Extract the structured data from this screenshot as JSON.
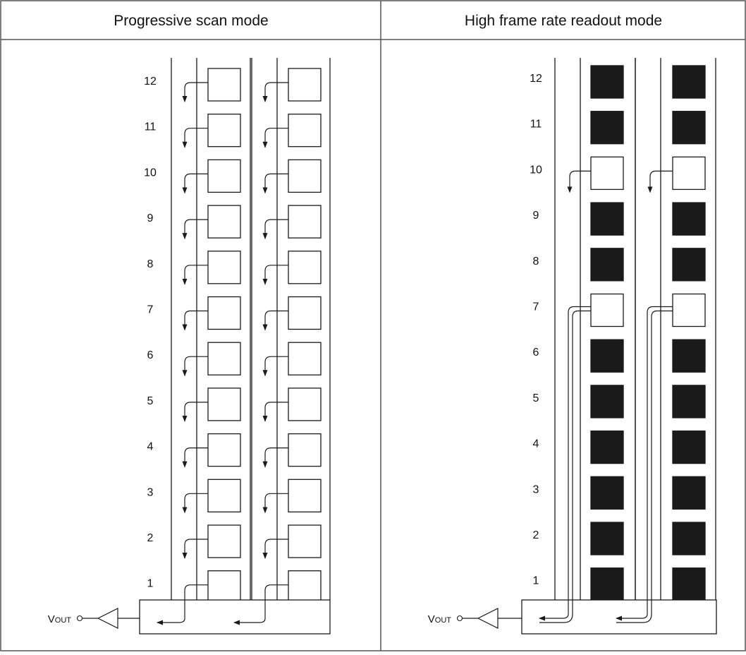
{
  "panels": [
    {
      "title": "Progressive scan mode",
      "output_label_main": "V",
      "output_label_sub": "OUT",
      "row_labels": [
        "12",
        "11",
        "10",
        "9",
        "8",
        "7",
        "6",
        "5",
        "4",
        "3",
        "2",
        "1"
      ],
      "readout_rows": [
        12,
        11,
        10,
        9,
        8,
        7,
        6,
        5,
        4,
        3,
        2,
        1
      ],
      "masked_rows": []
    },
    {
      "title": "High frame rate readout mode",
      "output_label_main": "V",
      "output_label_sub": "OUT",
      "row_labels": [
        "12",
        "11",
        "10",
        "9",
        "8",
        "7",
        "6",
        "5",
        "4",
        "3",
        "2",
        "1"
      ],
      "readout_rows": [
        10,
        7
      ],
      "masked_rows": [
        12,
        11,
        9,
        8,
        6,
        5,
        4,
        3,
        2,
        1
      ]
    }
  ],
  "colors": {
    "line": "#1a1a1a",
    "masked_pixel": "#1a1a1a",
    "background": "#ffffff"
  }
}
